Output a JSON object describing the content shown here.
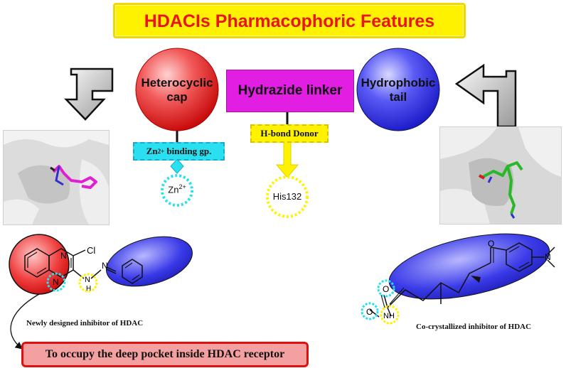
{
  "title": "HDACIs Pharmacophoric Features",
  "features": {
    "cap": {
      "line1": "Heterocyclic",
      "line2": "cap",
      "color": "#e8141e"
    },
    "linker": {
      "label": "Hydrazide linker",
      "color": "#e21ee2"
    },
    "tail": {
      "line1": "Hydrophobic",
      "line2": "tail",
      "color": "#2a2ae0"
    }
  },
  "zn_binding": {
    "label_pre": "Zn",
    "label_sup": "2+",
    "label_post": " binding gp.",
    "target_pre": "Zn",
    "target_sup": "2+"
  },
  "hbond": {
    "label": "H-bond Donor",
    "target": "His132"
  },
  "left_molecule": {
    "caption": "Newly designed inhibitor of HDAC",
    "atoms": {
      "n1": "N",
      "cl": "Cl",
      "n2": "N",
      "n3": "N",
      "nh": "N",
      "h": "H"
    }
  },
  "right_molecule": {
    "caption": "Co-crystallized inhibitor of HDAC",
    "atoms": {
      "o1": "O",
      "n": "N",
      "o2": "O",
      "nh": "NH",
      "o3": "O"
    }
  },
  "bottom_note": "To occupy the deep pocket inside HDAC receptor"
}
